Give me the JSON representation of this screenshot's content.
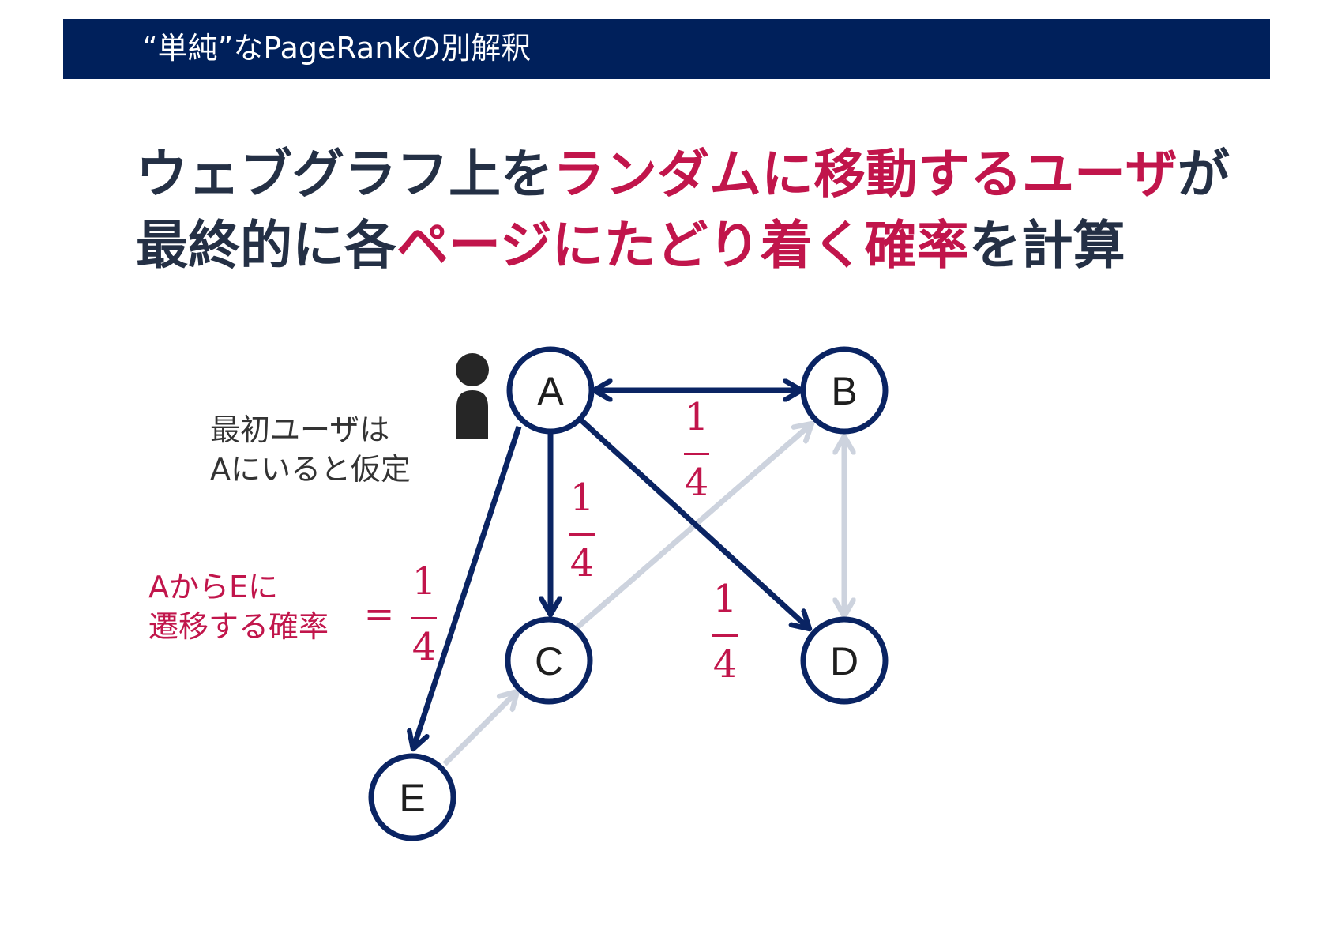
{
  "header": {
    "title": "“単純”なPageRankの別解釈"
  },
  "headline": {
    "line1": {
      "a": "ウェブグラフ上を",
      "b": "ランダムに移動するユーザ",
      "c": "が"
    },
    "line2": {
      "a": "最終的に各",
      "b": "ページにたどり着く確率",
      "c": "を計算"
    }
  },
  "notes": {
    "user_start_1": "最初ユーザは",
    "user_start_2": "Aにいると仮定",
    "transition_1": "AからEに",
    "transition_2": "遷移する確率",
    "equals": "="
  },
  "graph": {
    "nodes": {
      "A": "A",
      "B": "B",
      "C": "C",
      "D": "D",
      "E": "E"
    },
    "edge_labels": {
      "ab": {
        "num": "1",
        "den": "4"
      },
      "ac": {
        "num": "1",
        "den": "4"
      },
      "ad": {
        "num": "1",
        "den": "4"
      },
      "ae": {
        "num": "1",
        "den": "4"
      }
    }
  },
  "colors": {
    "header_bg": "#00205b",
    "text_dark": "#243045",
    "accent": "#c1154b",
    "edge_active": "#0a2463",
    "edge_inactive": "#cdd3de"
  },
  "icons": {
    "user": "person-icon"
  }
}
